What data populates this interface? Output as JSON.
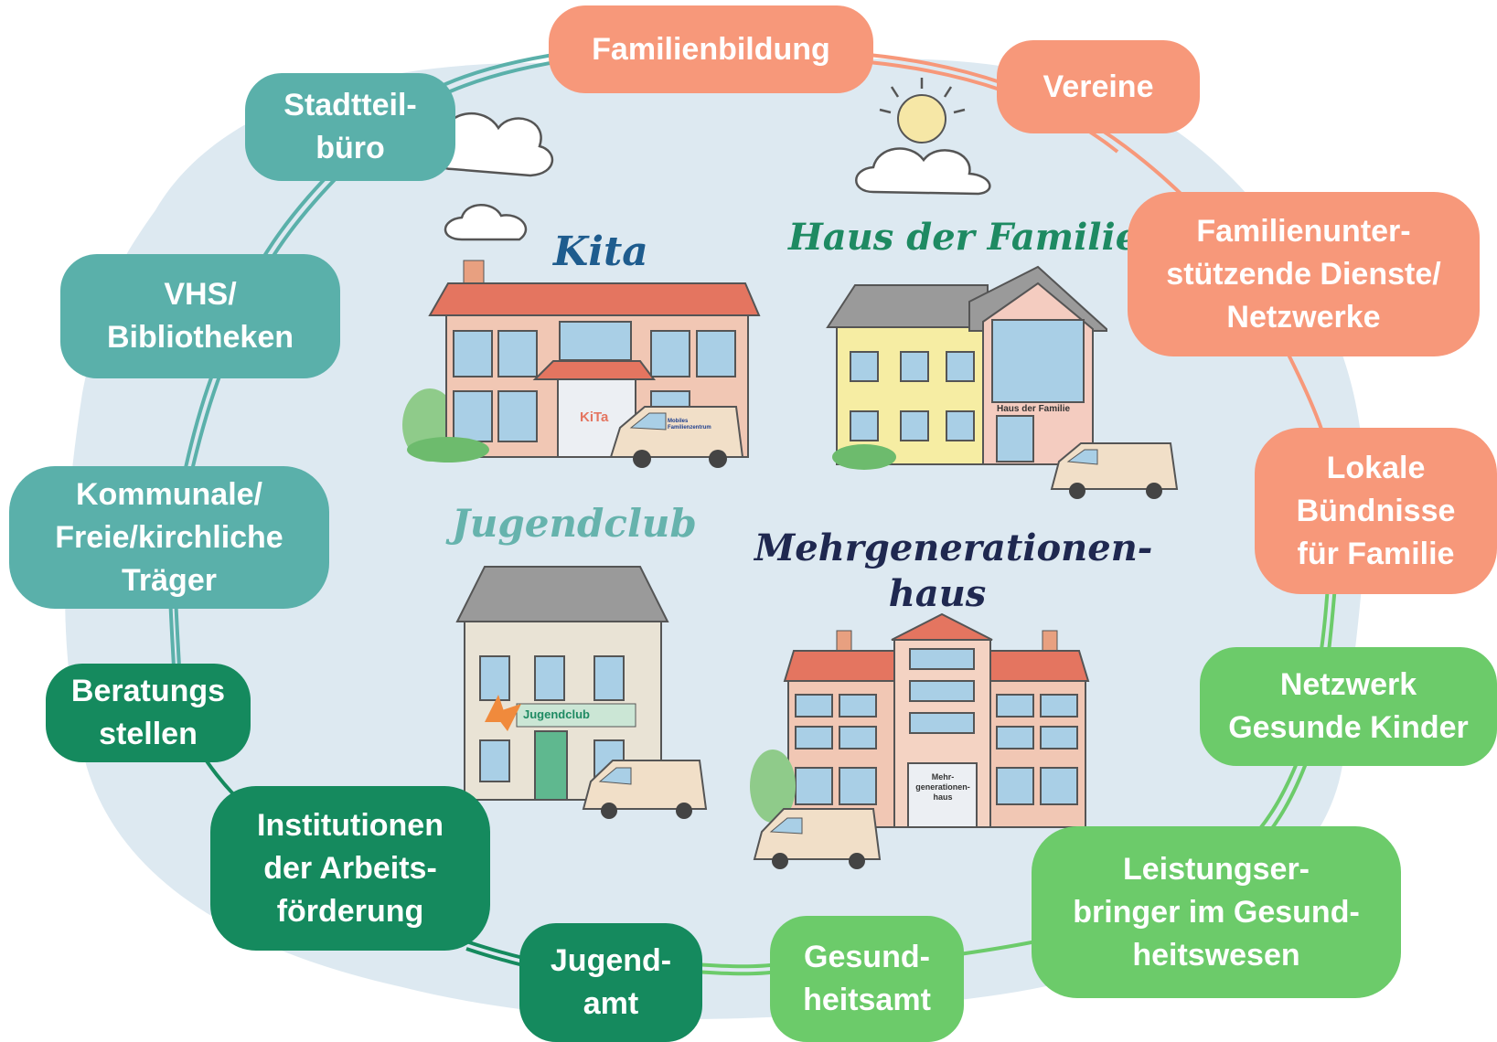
{
  "colors": {
    "salmon": "#F7987A",
    "teal": "#5AB0AA",
    "dark_green": "#158A5E",
    "light_green": "#6CCB6A",
    "background_blob": "#DDE9F1",
    "kita_title": "#1E5C8E",
    "haus_title": "#1E8A62",
    "jugendclub_title": "#66B3AD",
    "mgh_title": "#1F2850"
  },
  "nodes": [
    {
      "id": "familienbildung",
      "text": "Familienbildung",
      "group": "salmon"
    },
    {
      "id": "vereine",
      "text": "Vereine",
      "group": "salmon"
    },
    {
      "id": "familienunterstuetzende",
      "text": "Familienunter-\nstützende Dienste/\nNetzwerke",
      "group": "salmon"
    },
    {
      "id": "lokale-buendnisse",
      "text": "Lokale\nBündnisse\nfür Familie",
      "group": "salmon"
    },
    {
      "id": "netzwerk-gesunde-kinder",
      "text": "Netzwerk\nGesunde Kinder",
      "group": "light_green"
    },
    {
      "id": "leistungserbringer",
      "text": "Leistungser-\nbringer im Gesund-\nheitswesen",
      "group": "light_green"
    },
    {
      "id": "gesundheitsamt",
      "text": "Gesund-\nheitsamt",
      "group": "light_green"
    },
    {
      "id": "jugendamt",
      "text": "Jugend-\namt",
      "group": "dark_green"
    },
    {
      "id": "institutionen-arbeitsfoerderung",
      "text": "Institutionen\nder Arbeits-\nförderung",
      "group": "dark_green"
    },
    {
      "id": "beratungsstellen",
      "text": "Beratungs\nstellen",
      "group": "dark_green"
    },
    {
      "id": "traeger",
      "text": "Kommunale/\nFreie/kirchliche\nTräger",
      "group": "teal"
    },
    {
      "id": "vhs-bibliotheken",
      "text": "VHS/\nBibliotheken",
      "group": "teal"
    },
    {
      "id": "stadtteilbuero",
      "text": "Stadtteil-\nbüro",
      "group": "teal"
    }
  ],
  "buildings": {
    "kita": {
      "title": "Kita",
      "sign": "KiTa"
    },
    "haus_der_familie": {
      "title": "Haus der Familie",
      "sign": "Haus der Familie"
    },
    "jugendclub": {
      "title": "Jugendclub",
      "sign": "Jugendclub"
    },
    "mehrgenerationenhaus": {
      "title": "Mehrgenerationen-\nhaus",
      "sign": "Mehr-\ngenerationen-\nhaus"
    }
  },
  "van_logo_text": "Mobiles\nFamilienzentrum"
}
